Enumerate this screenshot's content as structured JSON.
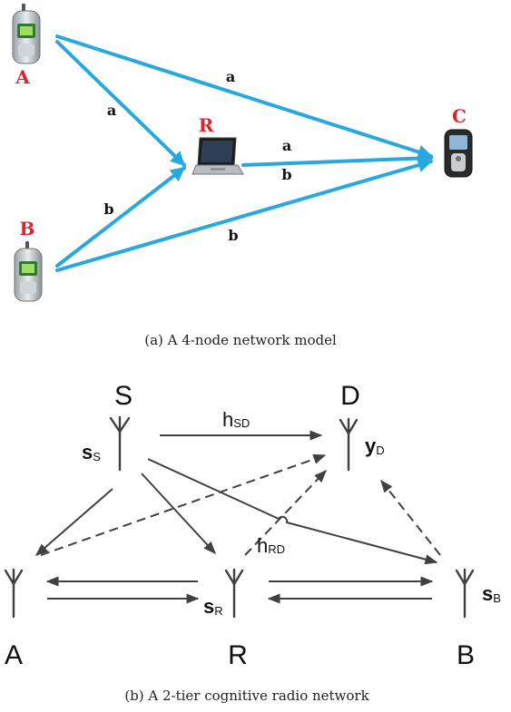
{
  "figure_a": {
    "caption": "(a) A 4-node network model",
    "nodes": {
      "A": {
        "label": "A"
      },
      "B": {
        "label": "B"
      },
      "R": {
        "label": "R"
      },
      "C": {
        "label": "C"
      }
    },
    "edge_labels": {
      "a_to_c": "a",
      "a_to_r": "a",
      "b_to_r": "b",
      "b_to_c": "b",
      "r_to_c_top": "a",
      "r_to_c_bottom": "b"
    },
    "colors": {
      "node_label": "#d9262e",
      "arrow": "#29a8e0",
      "edge_label": "#111111"
    }
  },
  "figure_b": {
    "caption": "(b) A 2-tier cognitive radio network",
    "nodes": {
      "S": "S",
      "D": "D",
      "A": "A",
      "R": "R",
      "B": "B"
    },
    "signals": {
      "s_S": {
        "main": "s",
        "sub": "S"
      },
      "y_D": {
        "main": "y",
        "sub": "D"
      },
      "s_R": {
        "main": "s",
        "sub": "R"
      },
      "s_B": {
        "main": "s",
        "sub": "B"
      }
    },
    "channels": {
      "h_SD": {
        "main": "h",
        "sub": "SD"
      },
      "h_RD": {
        "main": "h",
        "sub": "RD"
      }
    },
    "colors": {
      "line": "#404040"
    }
  }
}
